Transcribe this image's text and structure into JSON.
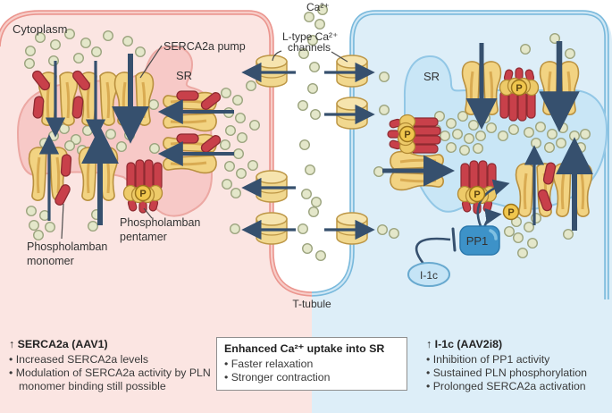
{
  "diagram": {
    "labels": {
      "cytoplasm": "Cytoplasm",
      "ca_ion": "Ca²⁺",
      "ltype_line1": "L-type Ca²⁺",
      "ltype_line2": "channels",
      "serca_pump": "SERCA2a pump",
      "sr_left": "SR",
      "sr_right": "SR",
      "pentamer_line1": "Phospholamban",
      "pentamer_line2": "pentamer",
      "monomer_line1": "Phospholamban",
      "monomer_line2": "monomer",
      "t_tubule": "T-tubule",
      "pp1": "PP1",
      "i1c": "I-1c",
      "phospho_badge": "P"
    },
    "colors": {
      "left_cell_fill": "#fbe5e2",
      "left_membrane": "#eb958e",
      "left_sr_fill": "#f7c9c7",
      "left_sr_stroke": "#eca8a3",
      "right_cell_fill": "#ddeef8",
      "right_membrane": "#79b9dc",
      "right_sr_fill": "#c9e6f6",
      "right_sr_stroke": "#92c7e6",
      "pump_fill": "#f2d382",
      "pln_red": "#c8404a",
      "arrow_navy": "#36506e",
      "ion_fill": "#e4e7ca",
      "p_badge_fill": "#f0c64d",
      "pp1_fill": "#3d92c8",
      "i1c_fill": "#c5e4f6"
    }
  },
  "panels": {
    "left": {
      "title": "↑ SERCA2a (AAV1)",
      "bullets": [
        "Increased SERCA2a levels",
        "Modulation of SERCA2a activity by PLN monomer binding still possible"
      ]
    },
    "center": {
      "title": "Enhanced Ca²⁺ uptake into SR",
      "bullets": [
        "Faster relaxation",
        "Stronger contraction"
      ]
    },
    "right": {
      "title": "↑ I-1c (AAV2i8)",
      "bullets": [
        "Inhibition of PP1 activity",
        "Sustained PLN phosphorylation",
        "Prolonged SERCA2a activation"
      ]
    }
  }
}
